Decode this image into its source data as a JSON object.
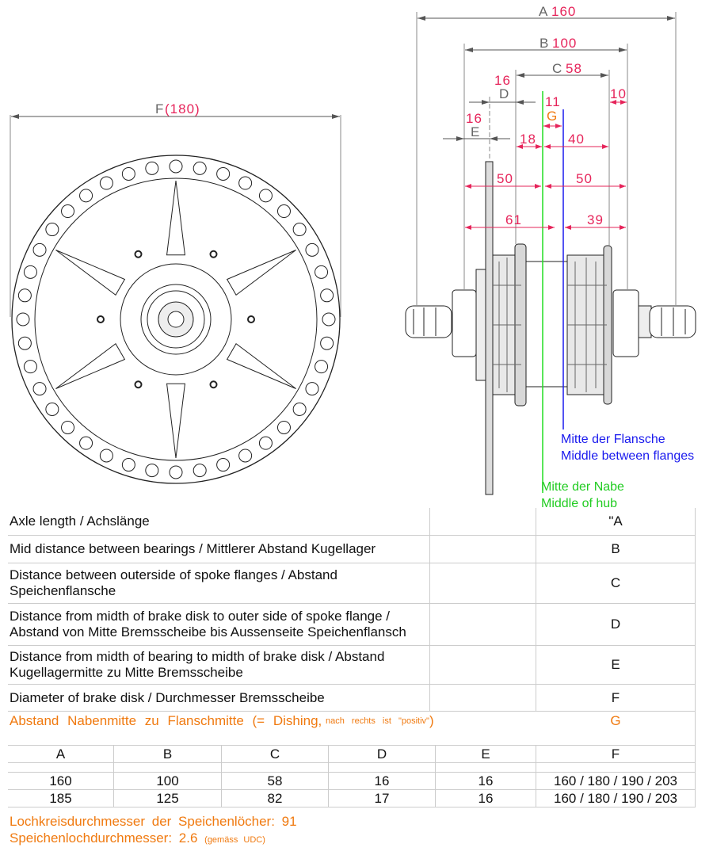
{
  "left_drawing": {
    "dimension_label": "F",
    "dimension_value": "(180)"
  },
  "right_drawing": {
    "dims": {
      "a": {
        "letter": "A",
        "value": "160"
      },
      "b": {
        "letter": "B",
        "value": "100"
      },
      "c": {
        "letter": "C",
        "value": "58"
      },
      "d": {
        "letter": "D",
        "value": "16"
      },
      "e": {
        "letter": "E",
        "value": "16"
      },
      "g": {
        "letter": "G",
        "value": "11"
      },
      "right_offset": "10",
      "d18": "18",
      "d40": "40",
      "d50l": "50",
      "d50r": "50",
      "d61": "61",
      "d39": "39"
    },
    "flange_middle": {
      "de": "Mitte der Flansche",
      "en": "Middle between flanges"
    },
    "hub_middle": {
      "de": "Mitte der Nabe",
      "en": "Middle of hub"
    }
  },
  "legend_rows": [
    {
      "desc": "Axle length  /  Achslänge",
      "letter": "\"A"
    },
    {
      "desc": "Mid distance between bearings  /  Mittlerer Abstand Kugellager",
      "letter": "B"
    },
    {
      "desc": "Distance between outerside of spoke flanges  /  Abstand Speichenflansche",
      "letter": "C"
    },
    {
      "desc": "Distance from midth of brake disk to outer side of spoke flange  /  Abstand von Mitte Bremsscheibe bis Aussenseite Speichenflansch",
      "letter": "D"
    },
    {
      "desc": "Distance from midth of bearing to midth of brake disk  /  Abstand Kugellagermitte zu Mitte Bremsscheibe",
      "letter": "E"
    },
    {
      "desc": "Diameter of brake disk  /  Durchmesser Bremsscheibe",
      "letter": "F"
    }
  ],
  "dishing_row": {
    "main": "Abstand  Nabenmitte  zu  Flanschmitte  (= Dishing,",
    "note": "nach  rechts  ist  \"positiv\"",
    "close": ")",
    "letter": "G"
  },
  "sizes_table": {
    "headers": [
      "A",
      "B",
      "C",
      "D",
      "E",
      "F"
    ],
    "rows": [
      [
        "160",
        "100",
        "58",
        "16",
        "16",
        "160 / 180 / 190 / 203"
      ],
      [
        "185",
        "125",
        "82",
        "17",
        "16",
        "160 / 180 / 190 / 203"
      ]
    ]
  },
  "footnotes": {
    "line1": "Lochkreisdurchmesser  der  Speichenlöcher:  91",
    "line2": "Speichenlochdurchmesser:  2.6",
    "line2_note": "(gemäss  UDC)"
  },
  "colors": {
    "dimension": "#e6245a",
    "orange": "#f07a10",
    "green": "#22dd22",
    "blue": "#1a1aee"
  }
}
